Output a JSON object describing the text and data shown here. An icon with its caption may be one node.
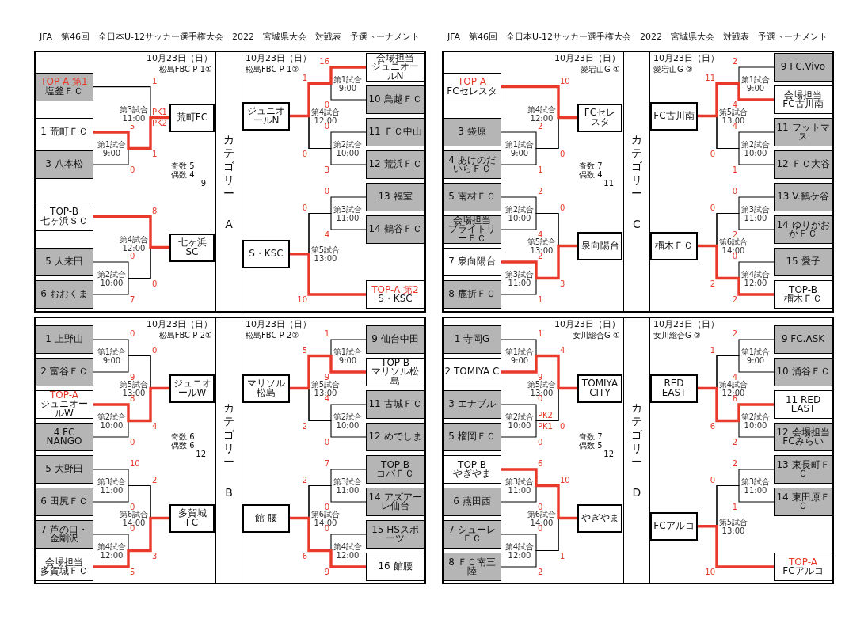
{
  "diagram": {
    "title": "JFA　第46回　全日本U-12サッカー選手権大会　2022　宮城県大会　対戦表　予選トーナメント",
    "nodes": [
      {
        "text": [
          "10月23日（日）",
          "松島FBC P-1①"
        ]
      },
      {
        "text": [
          "TOP-A 第1",
          "塩釜ＦＣ"
        ],
        "in": 0
      },
      {
        "text": [
          "1 荒町ＦＣ"
        ],
        "in": 0
      },
      {
        "text": [
          "3 八本松"
        ],
        "in": 0
      },
      {
        "text": [
          "荒町FC"
        ],
        "in": 0
      },
      {
        "text": [
          "TOP-B",
          "七ヶ浜ＳＣ"
        ],
        "in": 0
      },
      {
        "text": [
          "5 人来田"
        ],
        "in": 0
      },
      {
        "text": [
          "6 おおくま"
        ],
        "in": 0
      },
      {
        "text": [
          "七ヶ浜SC"
        ],
        "in": 0
      },
      {
        "text": [
          "カテゴリー",
          "A"
        ]
      },
      {
        "text": [
          "10月23日（日）",
          "松島FBC P-1②"
        ]
      },
      {
        "text": [
          "会場担当",
          "ジュニオールN"
        ],
        "in": 10
      },
      {
        "text": [
          "10 鳥越ＦＣ"
        ],
        "in": 10
      },
      {
        "text": [
          "11 ＦＣ中山"
        ],
        "in": 10
      },
      {
        "text": [
          "12 荒浜ＦＣ"
        ],
        "in": 10
      },
      {
        "text": [
          "ジュニオールN"
        ],
        "in": 10
      },
      {
        "text": [
          "13 福室"
        ],
        "in": 10
      },
      {
        "text": [
          "14 鶴谷ＦＣ"
        ],
        "in": 10
      },
      {
        "text": [
          "TOP-A 第2",
          "S・KSC"
        ],
        "in": 10
      },
      {
        "text": [
          "S・KSC"
        ],
        "in": 10
      },
      {
        "text": [
          "10月23日（日）",
          "愛宕山G ①"
        ]
      },
      {
        "text": [
          "TOP-A",
          "FCセレスタ"
        ],
        "in": 20
      },
      {
        "text": [
          "3 袋原"
        ],
        "in": 20
      },
      {
        "text": [
          "4 あけのだいらＦＣ"
        ],
        "in": 20
      },
      {
        "text": [
          "FCセレスタ"
        ],
        "in": 20
      },
      {
        "text": [
          "5 南材ＦＣ"
        ],
        "in": 20
      },
      {
        "text": [
          "会場担当",
          "ブライトリーＦＣ"
        ],
        "in": 20
      },
      {
        "text": [
          "7 泉向陽台"
        ],
        "in": 20
      },
      {
        "text": [
          "8 鹿折ＦＣ"
        ],
        "in": 20
      },
      {
        "text": [
          "泉向陽台"
        ],
        "in": 20
      },
      {
        "text": [
          "カテゴリー",
          "C"
        ]
      },
      {
        "text": [
          "10月23日（日）",
          "愛宕山G ②"
        ]
      },
      {
        "text": [
          "9 FC.Vivo"
        ],
        "in": 31
      },
      {
        "text": [
          "会場担当",
          "FC古川南"
        ],
        "in": 31
      },
      {
        "text": [
          "11 フットマス"
        ],
        "in": 31
      },
      {
        "text": [
          "12 ＦＣ大谷"
        ],
        "in": 31
      },
      {
        "text": [
          "FC古川南"
        ],
        "in": 31
      },
      {
        "text": [
          "13 V.鶴ケ谷"
        ],
        "in": 31
      },
      {
        "text": [
          "14 ゆりがおかＦＣ"
        ],
        "in": 31
      },
      {
        "text": [
          "15 愛子"
        ],
        "in": 31
      },
      {
        "text": [
          "TOP-B",
          "榴木ＦＣ"
        ],
        "in": 31
      },
      {
        "text": [
          "榴木ＦＣ"
        ],
        "in": 31
      },
      {
        "text": [
          "10月23日（日）",
          "松島FBC P-2①"
        ]
      },
      {
        "text": [
          "1 上野山"
        ],
        "in": 42
      },
      {
        "text": [
          "2 富谷ＦＣ"
        ],
        "in": 42
      },
      {
        "text": [
          "TOP-A",
          "ジュニオールW"
        ],
        "in": 42
      },
      {
        "text": [
          "4 FC NANGO"
        ],
        "in": 42
      },
      {
        "text": [
          "ジュニオールW"
        ],
        "in": 42
      },
      {
        "text": [
          "5 大野田"
        ],
        "in": 42
      },
      {
        "text": [
          "6 田尻ＦＣ"
        ],
        "in": 42
      },
      {
        "text": [
          "7 芦の口・金剛沢"
        ],
        "in": 42
      },
      {
        "text": [
          "会場担当",
          "多賀城ＦＣ"
        ],
        "in": 42
      },
      {
        "text": [
          "多賀城FC"
        ],
        "in": 42
      },
      {
        "text": [
          "カテゴリー",
          "B"
        ]
      },
      {
        "text": [
          "10月23日（日）",
          "松島FBC P-2②"
        ]
      },
      {
        "text": [
          "9 仙台中田"
        ],
        "in": 54
      },
      {
        "text": [
          "TOP-B",
          "マリソル松島"
        ],
        "in": 54
      },
      {
        "text": [
          "11 古城ＦＣ"
        ],
        "in": 54
      },
      {
        "text": [
          "12 めでしま"
        ],
        "in": 54
      },
      {
        "text": [
          "マリソル松島"
        ],
        "in": 54
      },
      {
        "text": [
          "TOP-B",
          "コバＦＣ"
        ],
        "in": 54
      },
      {
        "text": [
          "14 アズアーレ仙台"
        ],
        "in": 54
      },
      {
        "text": [
          "15 HSスポーツ"
        ],
        "in": 54
      },
      {
        "text": [
          "16 館腰"
        ],
        "in": 54
      },
      {
        "text": [
          "館 腰"
        ],
        "in": 54
      },
      {
        "text": [
          "10月23日（日）",
          "女川総合G ①"
        ]
      },
      {
        "text": [
          "1 寺岡G"
        ],
        "in": 65
      },
      {
        "text": [
          "2 TOMIYA C"
        ],
        "in": 65
      },
      {
        "text": [
          "3 エナブル"
        ],
        "in": 65
      },
      {
        "text": [
          "5 榴岡ＦＣ"
        ],
        "in": 65
      },
      {
        "text": [
          "TOMIYA CITY"
        ],
        "in": 65
      },
      {
        "text": [
          "TOP-B",
          "やぎやま"
        ],
        "in": 65
      },
      {
        "text": [
          "6 燕田西"
        ],
        "in": 65
      },
      {
        "text": [
          "7 シューレＦＣ"
        ],
        "in": 65
      },
      {
        "text": [
          "8 ＦＣ南三陸"
        ],
        "in": 65
      },
      {
        "text": [
          "やぎやま"
        ],
        "in": 65
      },
      {
        "text": [
          "カテゴリー",
          "D"
        ]
      },
      {
        "text": [
          "10月23日（日）",
          "女川総合G ②"
        ]
      },
      {
        "text": [
          "9 FC.ASK"
        ],
        "in": 77
      },
      {
        "text": [
          "10 涌谷ＦＣ"
        ],
        "in": 77
      },
      {
        "text": [
          "11 RED EAST"
        ],
        "in": 77
      },
      {
        "text": [
          "12 会場担当",
          "FCみらい"
        ],
        "in": 77
      },
      {
        "text": [
          "RED EAST"
        ],
        "in": 77
      },
      {
        "text": [
          "13 東長町ＦＣ"
        ],
        "in": 77
      },
      {
        "text": [
          "14 東田原ＦＣ"
        ],
        "in": 77
      },
      {
        "text": [
          "TOP-A",
          "FCアルコ"
        ],
        "in": 77
      },
      {
        "text": [
          "FCアルコ"
        ],
        "in": 77
      }
    ],
    "edges": [
      {
        "from": 1,
        "to": 4,
        "arrow": "none"
      },
      {
        "from": 2,
        "to": 4,
        "arrow": "none",
        "style": "thick",
        "color": "#e8392b"
      },
      {
        "from": 3,
        "to": 4,
        "arrow": "none"
      },
      {
        "from": 5,
        "to": 8,
        "arrow": "none",
        "style": "thick",
        "color": "#e8392b"
      },
      {
        "from": 6,
        "to": 8,
        "arrow": "none"
      },
      {
        "from": 7,
        "to": 8,
        "arrow": "none"
      },
      {
        "from": 11,
        "to": 15,
        "arrow": "none",
        "style": "thick",
        "color": "#e8392b"
      },
      {
        "from": 12,
        "to": 15,
        "arrow": "none"
      },
      {
        "from": 13,
        "to": 15,
        "arrow": "none"
      },
      {
        "from": 14,
        "to": 15,
        "arrow": "none"
      },
      {
        "from": 16,
        "to": 19,
        "arrow": "none"
      },
      {
        "from": 17,
        "to": 19,
        "arrow": "none"
      },
      {
        "from": 18,
        "to": 19,
        "arrow": "none",
        "style": "thick",
        "color": "#e8392b"
      },
      {
        "from": 21,
        "to": 24,
        "arrow": "none",
        "style": "thick",
        "color": "#e8392b"
      },
      {
        "from": 22,
        "to": 24,
        "arrow": "none"
      },
      {
        "from": 23,
        "to": 24,
        "arrow": "none"
      },
      {
        "from": 25,
        "to": 29,
        "arrow": "none"
      },
      {
        "from": 26,
        "to": 29,
        "arrow": "none"
      },
      {
        "from": 27,
        "to": 29,
        "arrow": "none",
        "style": "thick",
        "color": "#e8392b"
      },
      {
        "from": 28,
        "to": 29,
        "arrow": "none"
      },
      {
        "from": 32,
        "to": 36,
        "arrow": "none"
      },
      {
        "from": 33,
        "to": 36,
        "arrow": "none",
        "style": "thick",
        "color": "#e8392b"
      },
      {
        "from": 34,
        "to": 36,
        "arrow": "none"
      },
      {
        "from": 35,
        "to": 36,
        "arrow": "none"
      },
      {
        "from": 37,
        "to": 41,
        "arrow": "none"
      },
      {
        "from": 38,
        "to": 41,
        "arrow": "none"
      },
      {
        "from": 39,
        "to": 41,
        "arrow": "none"
      },
      {
        "from": 40,
        "to": 41,
        "arrow": "none",
        "style": "thick",
        "color": "#e8392b"
      },
      {
        "from": 43,
        "to": 47,
        "arrow": "none"
      },
      {
        "from": 44,
        "to": 47,
        "arrow": "none"
      },
      {
        "from": 45,
        "to": 47,
        "arrow": "none",
        "style": "thick",
        "color": "#e8392b"
      },
      {
        "from": 46,
        "to": 47,
        "arrow": "none"
      },
      {
        "from": 48,
        "to": 52,
        "arrow": "none"
      },
      {
        "from": 49,
        "to": 52,
        "arrow": "none"
      },
      {
        "from": 50,
        "to": 52,
        "arrow": "none"
      },
      {
        "from": 51,
        "to": 52,
        "arrow": "none",
        "style": "thick",
        "color": "#e8392b"
      },
      {
        "from": 55,
        "to": 59,
        "arrow": "none"
      },
      {
        "from": 56,
        "to": 59,
        "arrow": "none",
        "style": "thick",
        "color": "#e8392b"
      },
      {
        "from": 57,
        "to": 59,
        "arrow": "none"
      },
      {
        "from": 58,
        "to": 59,
        "arrow": "none"
      },
      {
        "from": 60,
        "to": 64,
        "arrow": "none"
      },
      {
        "from": 61,
        "to": 64,
        "arrow": "none"
      },
      {
        "from": 62,
        "to": 64,
        "arrow": "none"
      },
      {
        "from": 63,
        "to": 64,
        "arrow": "none",
        "style": "thick",
        "color": "#e8392b"
      },
      {
        "from": 66,
        "to": 70,
        "arrow": "none"
      },
      {
        "from": 67,
        "to": 70,
        "arrow": "none",
        "style": "thick",
        "color": "#e8392b"
      },
      {
        "from": 68,
        "to": 70,
        "arrow": "none"
      },
      {
        "from": 69,
        "to": 70,
        "arrow": "none"
      },
      {
        "from": 71,
        "to": 75,
        "arrow": "none",
        "style": "thick",
        "color": "#e8392b"
      },
      {
        "from": 72,
        "to": 75,
        "arrow": "none"
      },
      {
        "from": 73,
        "to": 75,
        "arrow": "none"
      },
      {
        "from": 74,
        "to": 75,
        "arrow": "none"
      },
      {
        "from": 78,
        "to": 82,
        "arrow": "none"
      },
      {
        "from": 79,
        "to": 82,
        "arrow": "none"
      },
      {
        "from": 80,
        "to": 82,
        "arrow": "none",
        "style": "thick",
        "color": "#e8392b"
      },
      {
        "from": 81,
        "to": 82,
        "arrow": "none"
      },
      {
        "from": 83,
        "to": 86,
        "arrow": "none"
      },
      {
        "from": 84,
        "to": 86,
        "arrow": "none"
      },
      {
        "from": 85,
        "to": 86,
        "arrow": "none",
        "style": "thick",
        "color": "#e8392b"
      }
    ],
    "labels": [
      "JFA　第46回　全日本U-12サッカー選手権大会　2022　宮城県大会　対戦表　予選トーナメント",
      "1",
      "5",
      "0",
      "第1試合 9:00",
      "1",
      "第3試合 11:00",
      "PK1",
      "PK2",
      "8",
      "0",
      "7",
      "第2試合 10:00",
      "0",
      "第4試合 12:00",
      "奇数 5",
      "偶数 4",
      "9",
      "16",
      "0",
      "第1試合 9:00",
      "0",
      "3",
      "第2試合 10:00",
      "1",
      "0",
      "第4試合 12:00",
      "0",
      "4",
      "第3試合 11:00",
      "0",
      "10",
      "第5試合 13:00",
      "10",
      "2",
      "1",
      "第1試合 9:00",
      "0",
      "第4試合 12:00",
      "2",
      "4",
      "第2試合 10:00",
      "2",
      "1",
      "第3試合 11:00",
      "0",
      "3",
      "第5試合 13:00",
      "奇数 7",
      "偶数 4",
      "11",
      "2",
      "4",
      "第1試合 9:00",
      "4",
      "1",
      "第2試合 10:00",
      "11",
      "0",
      "第5試合 13:00",
      "0",
      "2",
      "第3試合 11:00",
      "0",
      "2",
      "第4試合 12:00",
      "0",
      "2",
      "第6試合 14:00",
      "0",
      "9",
      "第1試合 9:00",
      "8",
      "0",
      "第2試合 10:00",
      "0",
      "4",
      "第5試合 13:00",
      "10",
      "0",
      "第3試合 11:00",
      "0",
      "5",
      "第4試合 12:00",
      "2",
      "3",
      "第6試合 14:00",
      "奇数 6",
      "偶数 6",
      "12",
      "1",
      "9",
      "第1試合 9:00",
      "4",
      "0",
      "第2試合 10:00",
      "5",
      "2",
      "第5試合 13:00",
      "7",
      "0",
      "第3試合 11:00",
      "0",
      "9",
      "第4試合 12:00",
      "2",
      "6",
      "第6試合 14:00",
      "1",
      "9",
      "第1試合 9:00",
      "0",
      "0",
      "第2試合 10:00",
      "PK2",
      "PK1",
      "4",
      "0",
      "第5試合 13:00",
      "6",
      "0",
      "第3試合 11:00",
      "0",
      "2",
      "第4試合 12:00",
      "10",
      "1",
      "第6試合 14:00",
      "奇数 7",
      "偶数 5",
      "12",
      "2",
      "4",
      "第1試合 9:00",
      "6",
      "2",
      "第2試合 10:00",
      "1",
      "6",
      "第4試合 12:00",
      "2",
      "1",
      "第3試合 11:00",
      "0",
      "10",
      "第5試合 13:00"
    ]
  }
}
